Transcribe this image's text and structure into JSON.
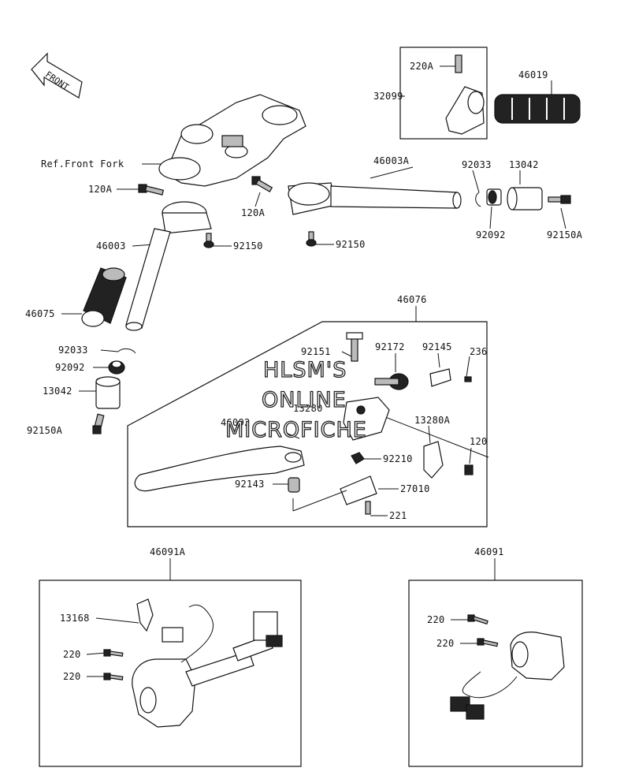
{
  "front_arrow": {
    "text": "FRONT"
  },
  "watermark": {
    "line1": "HLSM'S",
    "line2": "ONLINE",
    "line3": "MICROFICHE"
  },
  "labels": {
    "p220A": "220A",
    "p32099": "32099",
    "p46019": "46019",
    "ref_front_fork": "Ref.Front Fork",
    "p46003A": "46003A",
    "p92033_r": "92033",
    "p13042_r": "13042",
    "p120A_l": "120A",
    "p120A_m": "120A",
    "p92092_r": "92092",
    "p92150A_r": "92150A",
    "p46003": "46003",
    "p92150_l": "92150",
    "p92150_m": "92150",
    "p46075": "46075",
    "p46076": "46076",
    "p92151": "92151",
    "p92172": "92172",
    "p92145": "92145",
    "p236": "236",
    "p92033_l": "92033",
    "p92092_l": "92092",
    "p13280": "13280",
    "p13042_l": "13042",
    "p13280A": "13280A",
    "p46092": "46092",
    "p120": "120",
    "p92150A_l": "92150A",
    "p92210": "92210",
    "p92143": "92143",
    "p27010": "27010",
    "p221": "221",
    "p46091A": "46091A",
    "p46091": "46091",
    "p13168": "13168",
    "p220_a": "220",
    "p220_b": "220",
    "p220_c": "220",
    "p220_d": "220"
  }
}
